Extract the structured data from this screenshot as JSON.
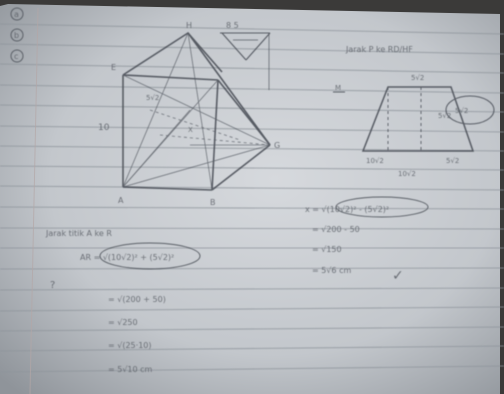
{
  "page": {
    "margin_numbers": [
      "a",
      "b",
      "c"
    ]
  },
  "figure_left": {
    "vertex_labels": {
      "top_right": "H",
      "left_top": "E",
      "bottom_left": "A",
      "bottom_mid": "B",
      "right_point": "G",
      "diag_mark": "5√2",
      "left_side_mark": "10",
      "small_mid_label": "X"
    },
    "top_box_text": "8 5"
  },
  "work_left": {
    "heading": "Jarak titik A ke R",
    "lines": [
      "AR = √(10√2)² + (5√2)²",
      "= √(200 + 50)",
      "= √250",
      "= √(25·10)",
      "= 5√10 cm"
    ],
    "bracket_symbol": "?"
  },
  "work_right": {
    "heading": "Jarak P ke RD/HF",
    "trapezoid_labels": {
      "top": "5√2",
      "mid": "5√2",
      "right_circle": "5√2",
      "bottom_left": "10√2",
      "bottom_right": "5√2",
      "bottom": "10√2",
      "left_mark": "M"
    },
    "lines": [
      "x = √(10√2)² - (5√2)²",
      "= √200 - 50",
      "= √150",
      "= 5√6 cm"
    ],
    "check_mark": "✓"
  },
  "colors": {
    "paper": "#c9cdd2",
    "paper_shadow": "#9ea3a9",
    "rule_line": "#8e949b",
    "ink": "#4b5058",
    "margin_line": "#b4a7a7"
  }
}
